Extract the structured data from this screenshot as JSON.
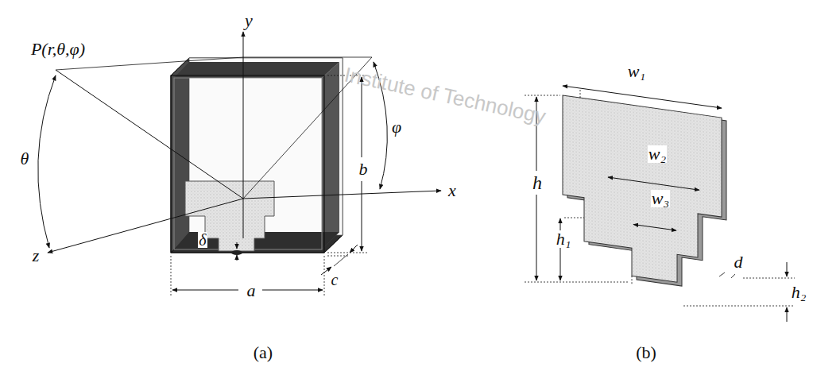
{
  "diagram": {
    "labels": [
      "P(r,θ,φ)",
      "y",
      "θ",
      "φ",
      "b",
      "x",
      "z",
      "δ",
      "a",
      "c",
      "(a)",
      "w₁",
      "w₂",
      "w₃",
      "h",
      "h₁",
      "d",
      "h₂",
      "(b)",
      "Institute of Technology"
    ]
  }
}
